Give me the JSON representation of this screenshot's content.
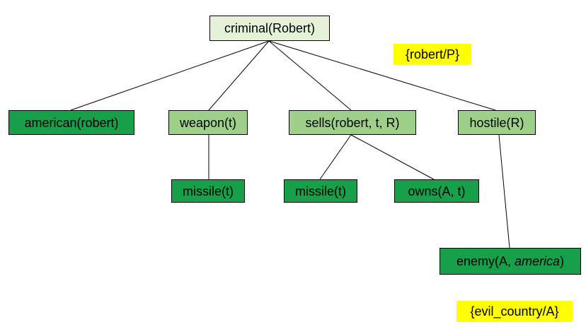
{
  "nodes": {
    "criminal": "criminal(Robert)",
    "american": "american(robert)",
    "weapon": "weapon(t)",
    "sells": "sells(robert, t, R)",
    "hostile": "hostile(R)",
    "missile_1": "missile(t)",
    "missile_2": "missile(t)",
    "owns": "owns(A, t)",
    "enemy_prefix": "enemy(A, ",
    "enemy_italic": "america",
    "enemy_suffix": ")"
  },
  "substitutions": {
    "robert_p": "{robert/P}",
    "evil_country_a": "{evil_country/A}"
  },
  "colors": {
    "root_fill": "#E6F2D8",
    "goal_fill": "#9FD08A",
    "fact_fill": "#17A04A",
    "substitution_fill": "#FFFF00"
  }
}
